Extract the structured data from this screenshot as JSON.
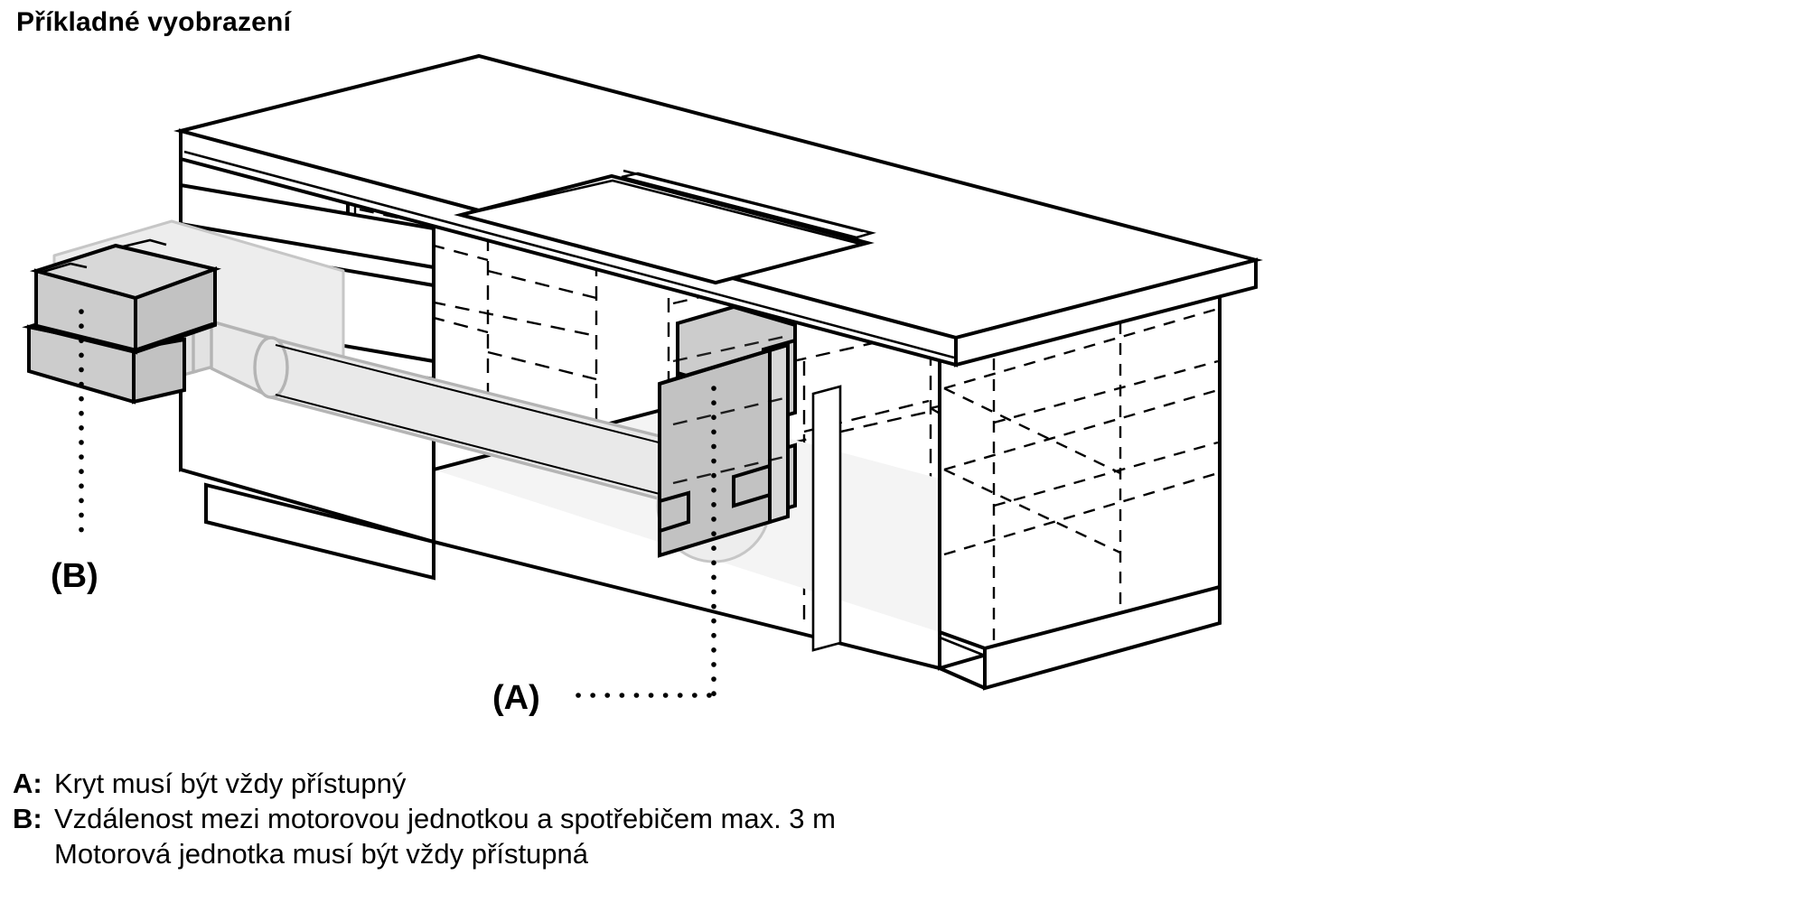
{
  "page": {
    "title": "Příkladné vyobrazení",
    "background_color": "#ffffff",
    "line_color": "#000000",
    "accent_gray": "#cccccc",
    "duct_gray": "#e9e9e9"
  },
  "figure": {
    "name": "kitchen-island-external-motor-installation-diagram",
    "markers": [
      {
        "id": "A",
        "label": "(A)",
        "points_to": "cover-plate-inside-cabinet"
      },
      {
        "id": "B",
        "label": "(B)",
        "points_to": "external-motor-unit"
      }
    ],
    "parts": {
      "worktop": "worktop",
      "cooktop": "cooktop-with-extractor-slot",
      "cabinet": "base-cabinet-carcass",
      "plinth": "plinth",
      "duct": "air-duct",
      "motor_unit": "external-motor-unit",
      "cover_plate": "service-cover-plate"
    }
  },
  "caption": {
    "rows": [
      {
        "key": "A:",
        "text": "Kryt musí být vždy přístupný"
      },
      {
        "key": "B:",
        "text": "Vzdálenost mezi motorovou jednotkou a spotřebičem max. 3 m"
      },
      {
        "key": "",
        "text": "Motorová jednotka musí být vždy přístupná"
      }
    ]
  }
}
